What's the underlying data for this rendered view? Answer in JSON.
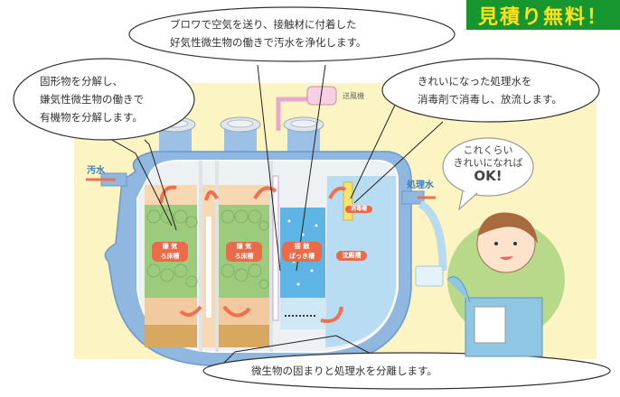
{
  "banner": {
    "label": "見積り無料！",
    "bg_color": "#17962f",
    "text_color": "#ffe21a"
  },
  "bubbles": {
    "aerobic": {
      "line1": "ブロワで空気を送り、接触材に付着した",
      "line2": "好気性微生物の働きで汚水を浄化します。"
    },
    "anaerobic": {
      "line1": "固形物を分解し、",
      "line2": "嫌気性微生物の働きで",
      "line3": "有機物を分解します。"
    },
    "disinfection": {
      "line1": "きれいになった処理水を",
      "line2": "消毒剤で消毒し、放流します。"
    },
    "sedimentation": {
      "line1": "微生物の固まりと処理水を分離します。"
    },
    "character_speech": {
      "line1": "これくらい",
      "line2": "きれいになれば",
      "line3": "OK!"
    }
  },
  "labels": {
    "inlet": "汚水",
    "outlet": "処理水",
    "blower": "送風機",
    "tank1": {
      "line1": "嫌 気",
      "line2": "ろ床槽"
    },
    "tank2": {
      "line1": "嫌 気",
      "line2": "ろ床槽"
    },
    "tank3": {
      "line1": "接 触",
      "line2": "ばっき槽"
    },
    "tank4": "沈殿槽",
    "tank5": "消毒槽"
  },
  "colors": {
    "background": "#fcf4c2",
    "tank_shell": "#8fb7e0",
    "filter_media": "#9ccb7d",
    "aeration_water": "#5fb4e6",
    "label_tag": "#ea6a4a",
    "arrow": "#ef6f4e"
  }
}
